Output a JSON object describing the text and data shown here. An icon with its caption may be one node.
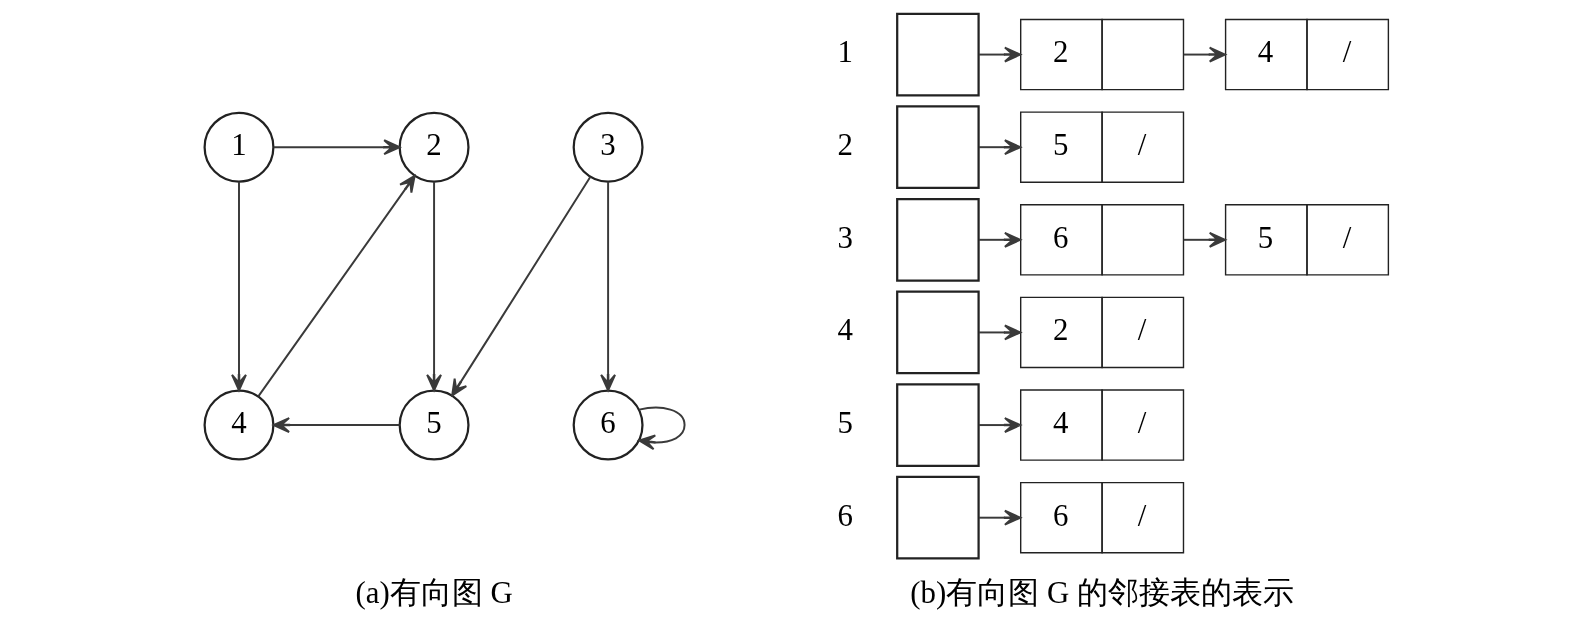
{
  "diagram": {
    "nodes": [
      {
        "text": [
          "1"
        ]
      },
      {
        "text": [
          "2"
        ]
      },
      {
        "text": [
          "3"
        ]
      },
      {
        "text": [
          "4"
        ]
      },
      {
        "text": [
          "5"
        ]
      },
      {
        "text": [
          "6"
        ]
      },
      {
        "text": [],
        "shape": "box",
        "beside": [
          "1"
        ]
      },
      {
        "text": [
          "2"
        ]
      },
      {
        "text": [
          "4",
          "/"
        ]
      },
      {
        "text": [],
        "shape": "box",
        "beside": [
          "2"
        ]
      },
      {
        "text": [
          "5",
          "/"
        ]
      },
      {
        "text": [],
        "shape": "box",
        "beside": [
          "3"
        ]
      },
      {
        "text": [
          "6"
        ]
      },
      {
        "text": [
          "5",
          "/"
        ]
      },
      {
        "text": [],
        "shape": "box",
        "beside": [
          "4"
        ]
      },
      {
        "text": [
          "2",
          "/"
        ]
      },
      {
        "text": [],
        "shape": "box",
        "beside": [
          "5"
        ]
      },
      {
        "text": [
          "4",
          "/"
        ]
      },
      {
        "text": [],
        "shape": "box",
        "beside": [
          "6"
        ]
      },
      {
        "text": [
          "6",
          "/"
        ]
      }
    ],
    "edges": [
      {
        "from": 0,
        "to": 1,
        "arrow": "to"
      },
      {
        "from": 0,
        "to": 3,
        "arrow": "to"
      },
      {
        "from": 3,
        "to": 1,
        "arrow": "to"
      },
      {
        "from": 1,
        "to": 4,
        "arrow": "to"
      },
      {
        "from": 4,
        "to": 3,
        "arrow": "to"
      },
      {
        "from": 2,
        "to": 4,
        "arrow": "to"
      },
      {
        "from": 2,
        "to": 5,
        "arrow": "to"
      },
      {
        "from": 5,
        "to": 5,
        "arrow": "to"
      },
      {
        "from": 6,
        "to": 7,
        "arrow": "to"
      },
      {
        "from": 7,
        "to": 8,
        "arrow": "to"
      },
      {
        "from": 9,
        "to": 10,
        "arrow": "to"
      },
      {
        "from": 11,
        "to": 12,
        "arrow": "to"
      },
      {
        "from": 12,
        "to": 13,
        "arrow": "to"
      },
      {
        "from": 14,
        "to": 15,
        "arrow": "to"
      },
      {
        "from": 16,
        "to": 17,
        "arrow": "to"
      },
      {
        "from": 18,
        "to": 19,
        "arrow": "to"
      }
    ],
    "labels": [
      "(a)有向图 G",
      "(b)有向图 G 的邻接表的表示"
    ]
  }
}
